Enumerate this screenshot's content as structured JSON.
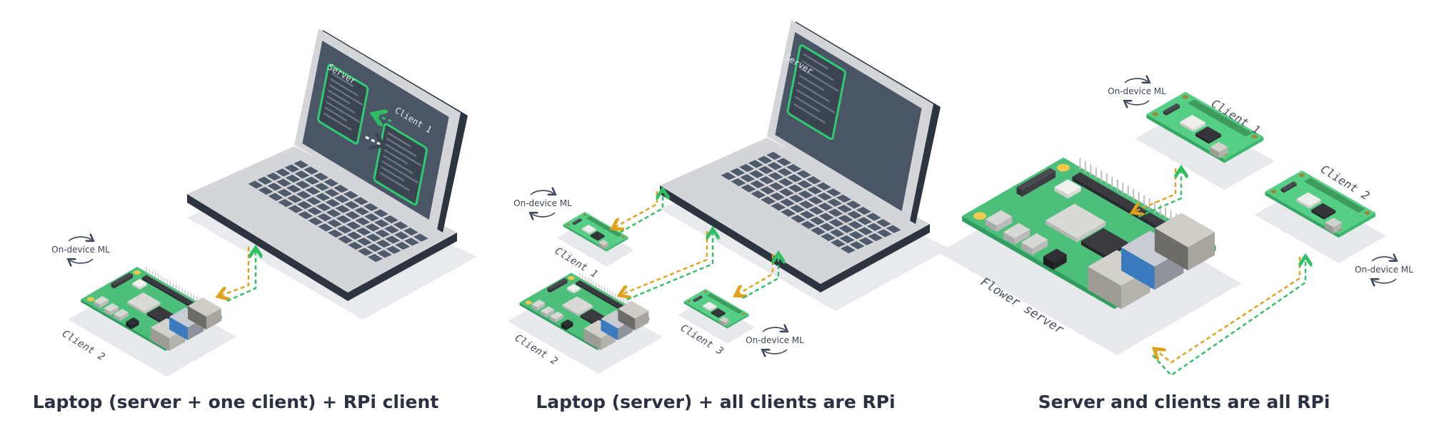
{
  "panels": [
    {
      "caption": "Laptop (server + one client) + RPi client",
      "screen_labels": [
        "Server",
        "Client 1"
      ],
      "device_labels": [
        "Client 2"
      ],
      "ml_labels": [
        "On-device ML"
      ]
    },
    {
      "caption": "Laptop (server) + all clients are RPi",
      "screen_labels": [
        "Server"
      ],
      "device_labels": [
        "Client 1",
        "Client 2",
        "Client 3"
      ],
      "ml_labels": [
        "On-device ML",
        "On-device ML"
      ]
    },
    {
      "caption": "Server and clients are all RPi",
      "device_labels": [
        "Flower server",
        "Client 1",
        "Client 2"
      ],
      "ml_labels": [
        "On-device ML",
        "On-device ML"
      ]
    }
  ],
  "colors": {
    "board_green": "#4cc07a",
    "window_green": "#2ecc71",
    "arrow_orange": "#e0a21a",
    "arrow_green": "#2fbf63",
    "laptop_dark": "#2c3440",
    "screen": "#4a5566",
    "caption_text": "#2b3140"
  }
}
